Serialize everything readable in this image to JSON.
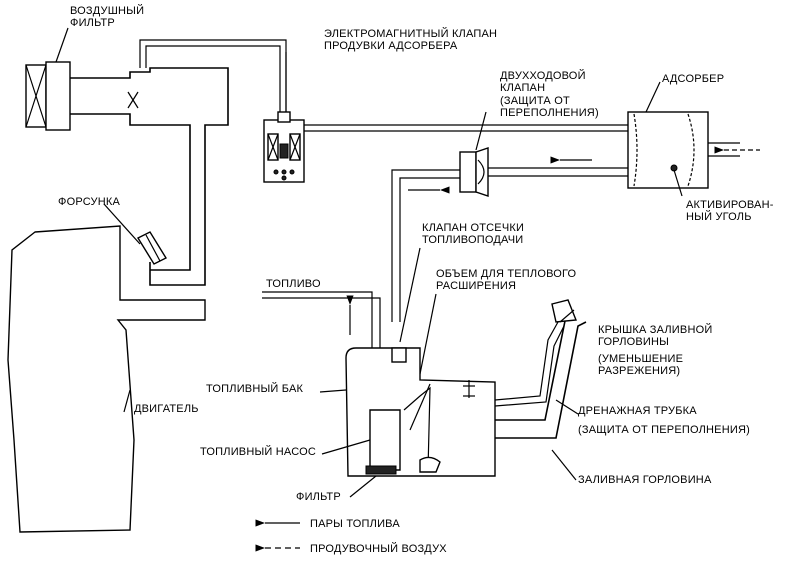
{
  "labels": {
    "air_filter_1": "ВОЗДУШНЫЙ",
    "air_filter_2": "ФИЛЬТР",
    "solenoid_1": "ЭЛЕКТРОМАГНИТНЫЙ КЛАПАН",
    "solenoid_2": "ПРОДУВКИ АДСОРБЕРА",
    "twoway_1": "ДВУХХОДОВОЙ",
    "twoway_2": "КЛАПАН",
    "twoway_3": "(ЗАЩИТА ОТ",
    "twoway_4": "ПЕРЕПОЛНЕНИЯ)",
    "adsorber": "АДСОРБЕР",
    "injector": "ФОРСУНКА",
    "carbon_1": "АКТИВИРОВАН-",
    "carbon_2": "НЫЙ УГОЛЬ",
    "cutoff_1": "КЛАПАН ОТСЕЧКИ",
    "cutoff_2": "ТОПЛИВОПОДАЧИ",
    "fuel": "ТОПЛИВО",
    "expansion_1": "ОБЪЕМ ДЛЯ ТЕПЛОВОГО",
    "expansion_2": "РАСШИРЕНИЯ",
    "cap_1": "КРЫШКА ЗАЛИВНОЙ",
    "cap_2": "ГОРЛОВИНЫ",
    "cap_3": "(УМЕНЬШЕНИЕ",
    "cap_4": "РАЗРЕЖЕНИЯ)",
    "tank": "ТОПЛИВНЫЙ БАК",
    "engine": "ДВИГАТЕЛЬ",
    "drain_1": "ДРЕНАЖНАЯ ТРУБКА",
    "drain_2": "(ЗАЩИТА ОТ ПЕРЕПОЛНЕНИЯ)",
    "pump": "ТОПЛИВНЫЙ НАСОС",
    "filler_neck": "ЗАЛИВНАЯ ГОРЛОВИНА",
    "filter": "ФИЛЬТР"
  },
  "legend": {
    "vapors": "ПАРЫ ТОПЛИВА",
    "purge_air": "ПРОДУВОЧНЫЙ ВОЗДУХ"
  }
}
